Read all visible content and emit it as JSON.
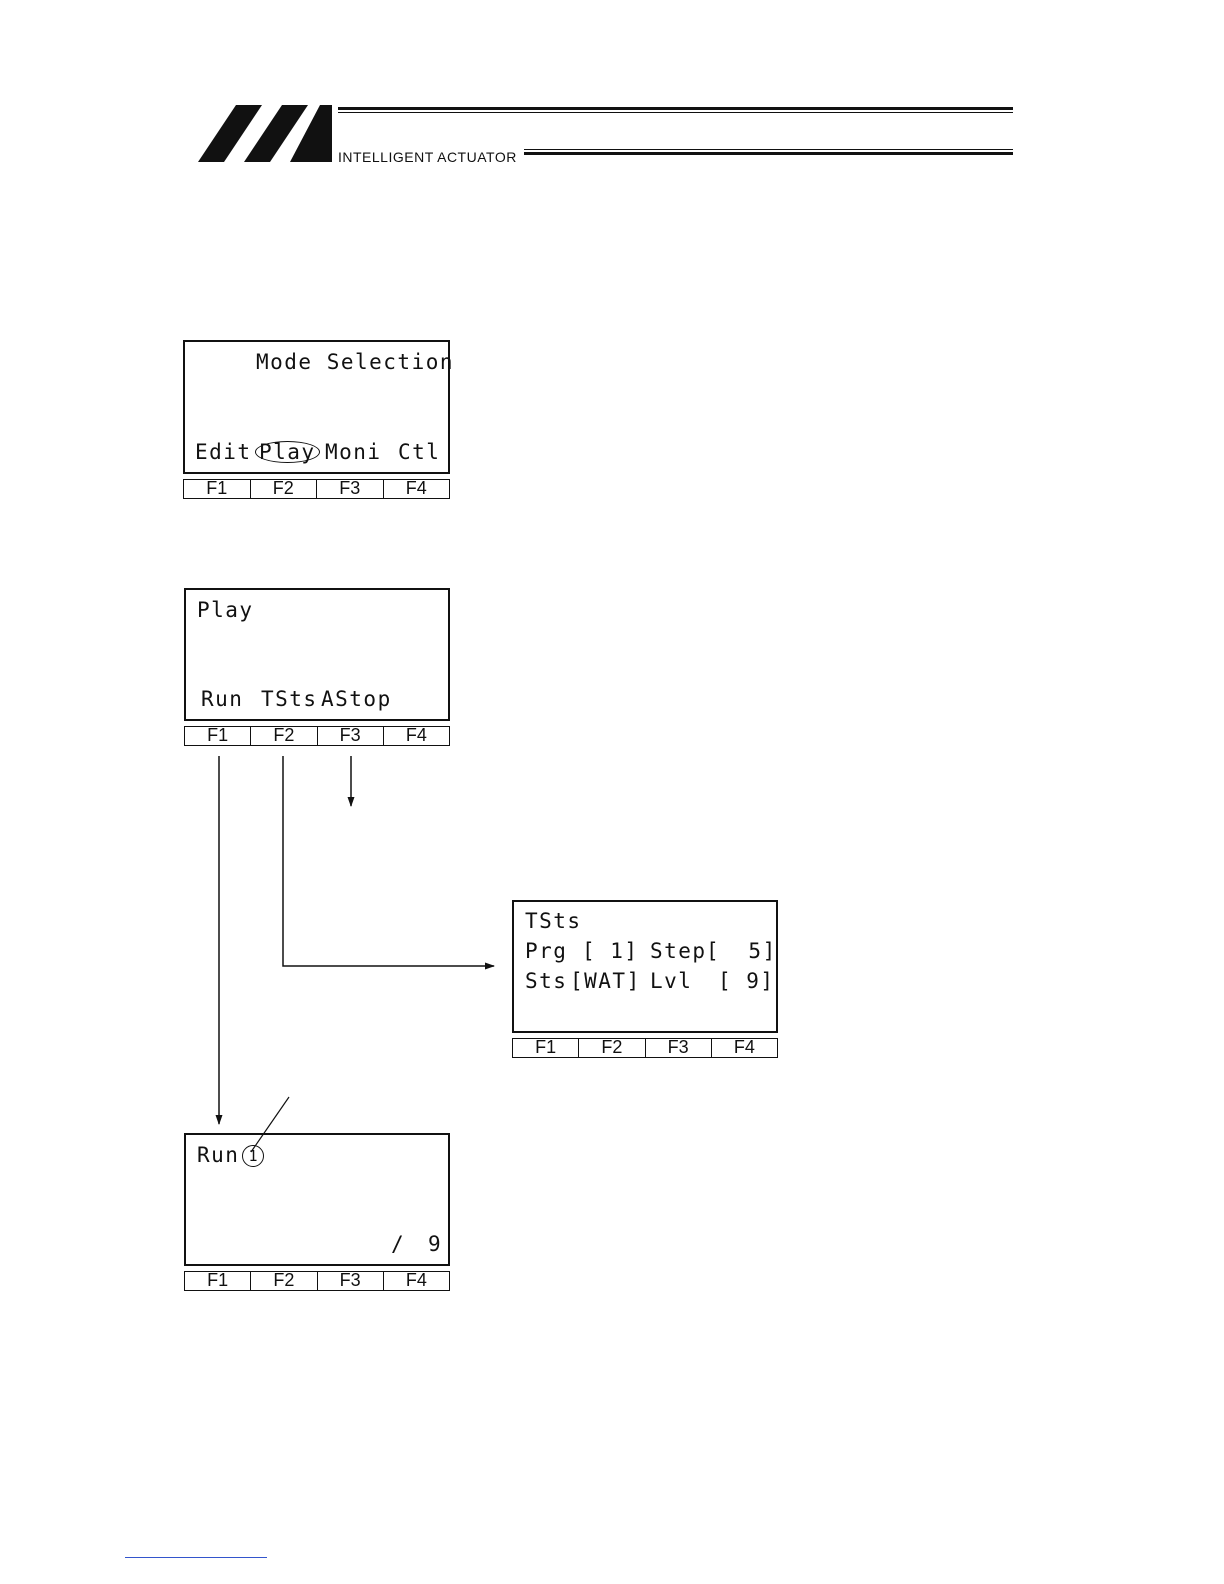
{
  "header": {
    "logo_text": "INTELLIGENT ACTUATOR"
  },
  "fkey_labels": [
    "F1",
    "F2",
    "F3",
    "F4"
  ],
  "mode_selection": {
    "title": "Mode Selection",
    "options": [
      "Edit",
      "Play",
      "Moni",
      "Ctl"
    ],
    "highlighted_option": "Play"
  },
  "play_screen": {
    "title": "Play",
    "options": [
      "Run",
      "TSts",
      "AStop"
    ]
  },
  "tsts_screen": {
    "title": "TSts",
    "prg_label": "Prg",
    "prg_value": "[ 1]",
    "step_label": "Step",
    "step_value": "[  5]",
    "sts_label": "Sts",
    "sts_value": "[WAT]",
    "lvl_label": "Lvl",
    "lvl_value": "[ 9]"
  },
  "run_screen": {
    "title": "Run",
    "marker": "1",
    "slash": "/",
    "total": "9"
  }
}
